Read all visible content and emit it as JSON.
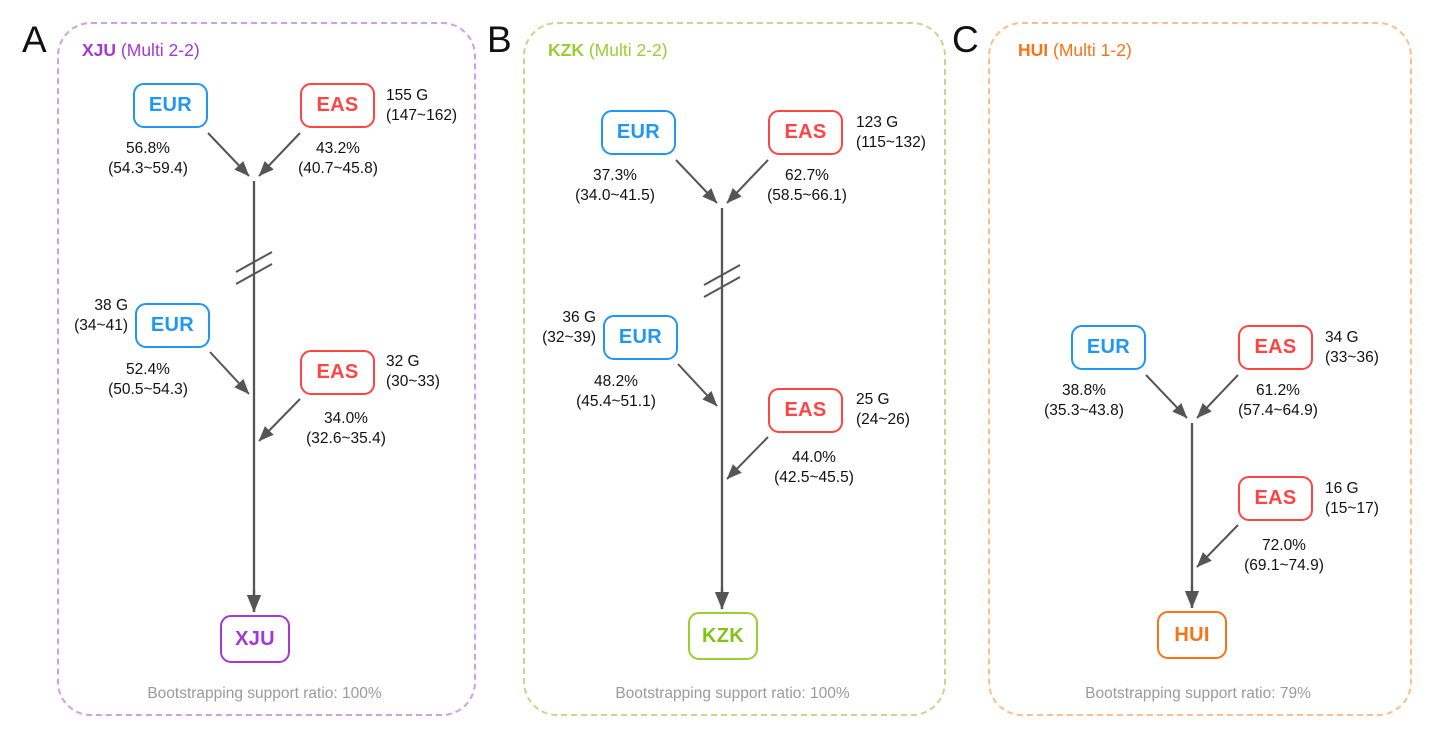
{
  "figure": {
    "type": "admixture-graph-diagram",
    "panels": [
      {
        "letter": "A",
        "accent": "#a438d4",
        "target": "XJU",
        "model": "(Multi 2-2)",
        "footer": "Bootstrapping support ratio: 100%",
        "nodes": [
          {
            "id": "eur1",
            "label": "EUR",
            "kind": "eur"
          },
          {
            "id": "eas1",
            "label": "EAS",
            "kind": "eas"
          },
          {
            "id": "eur2",
            "label": "EUR",
            "kind": "eur"
          },
          {
            "id": "eas2",
            "label": "EAS",
            "kind": "eas"
          },
          {
            "id": "leaf",
            "label": "XJU",
            "kind": "leaf"
          }
        ],
        "gen_labels": [
          {
            "id": "gen-eas1",
            "value": "155 G",
            "ci": "(147~162)"
          },
          {
            "id": "gen-eur2",
            "value": "38 G",
            "ci": "(34~41)"
          },
          {
            "id": "gen-eas2",
            "value": "32 G",
            "ci": "(30~33)"
          }
        ],
        "prop_labels": [
          {
            "id": "prop-eur1",
            "value": "56.8%",
            "ci": "(54.3~59.4)"
          },
          {
            "id": "prop-eas1",
            "value": "43.2%",
            "ci": "(40.7~45.8)"
          },
          {
            "id": "prop-eur2",
            "value": "52.4%",
            "ci": "(50.5~54.3)"
          },
          {
            "id": "prop-eas2",
            "value": "34.0%",
            "ci": "(32.6~35.4)"
          }
        ]
      },
      {
        "letter": "B",
        "accent": "#9acd32",
        "target": "KZK",
        "model": "(Multi 2-2)",
        "footer": "Bootstrapping support ratio: 100%",
        "nodes": [
          {
            "id": "eur1",
            "label": "EUR",
            "kind": "eur"
          },
          {
            "id": "eas1",
            "label": "EAS",
            "kind": "eas"
          },
          {
            "id": "eur2",
            "label": "EUR",
            "kind": "eur"
          },
          {
            "id": "eas2",
            "label": "EAS",
            "kind": "eas"
          },
          {
            "id": "leaf",
            "label": "KZK",
            "kind": "leaf"
          }
        ],
        "gen_labels": [
          {
            "id": "gen-eas1",
            "value": "123 G",
            "ci": "(115~132)"
          },
          {
            "id": "gen-eur2",
            "value": "36 G",
            "ci": "(32~39)"
          },
          {
            "id": "gen-eas2",
            "value": "25 G",
            "ci": "(24~26)"
          }
        ],
        "prop_labels": [
          {
            "id": "prop-eur1",
            "value": "37.3%",
            "ci": "(34.0~41.5)"
          },
          {
            "id": "prop-eas1",
            "value": "62.7%",
            "ci": "(58.5~66.1)"
          },
          {
            "id": "prop-eur2",
            "value": "48.2%",
            "ci": "(45.4~51.1)"
          },
          {
            "id": "prop-eas2",
            "value": "44.0%",
            "ci": "(42.5~45.5)"
          }
        ]
      },
      {
        "letter": "C",
        "accent": "#f97316",
        "target": "HUI",
        "model": "(Multi 1-2)",
        "footer": "Bootstrapping support ratio: 79%",
        "nodes": [
          {
            "id": "eur1",
            "label": "EUR",
            "kind": "eur"
          },
          {
            "id": "eas1",
            "label": "EAS",
            "kind": "eas"
          },
          {
            "id": "eas2",
            "label": "EAS",
            "kind": "eas"
          },
          {
            "id": "leaf",
            "label": "HUI",
            "kind": "leaf"
          }
        ],
        "gen_labels": [
          {
            "id": "gen-eas1",
            "value": "34 G",
            "ci": "(33~36)"
          },
          {
            "id": "gen-eas2",
            "value": "16 G",
            "ci": "(15~17)"
          }
        ],
        "prop_labels": [
          {
            "id": "prop-eur1",
            "value": "38.8%",
            "ci": "(35.3~43.8)"
          },
          {
            "id": "prop-eas1",
            "value": "61.2%",
            "ci": "(57.4~64.9)"
          },
          {
            "id": "prop-eas2",
            "value": "72.0%",
            "ci": "(69.1~74.9)"
          }
        ]
      }
    ],
    "colors": {
      "eur": "#2196f3",
      "eas": "#ff4444",
      "edge": "#555555",
      "footer_text": "#9a9a9a"
    }
  }
}
